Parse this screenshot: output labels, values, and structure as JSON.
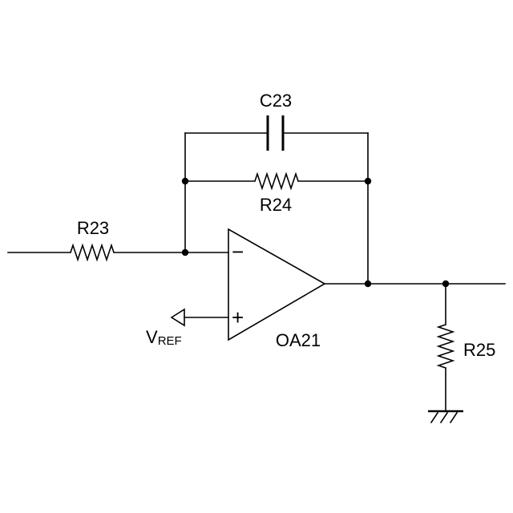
{
  "components": {
    "r23": "R23",
    "r24": "R24",
    "r25": "R25",
    "c23": "C23",
    "opamp": "OA21"
  },
  "nets": {
    "vref_main": "V",
    "vref_sub": "REF"
  },
  "opamp_pins": {
    "inverting": "−",
    "non_inverting": "+"
  }
}
